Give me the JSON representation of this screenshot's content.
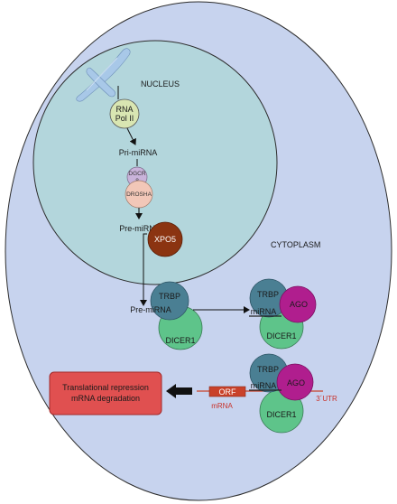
{
  "labels": {
    "nucleus": "NUCLEUS",
    "cytoplasm": "CYTOPLASM",
    "rna_pol_ii_line1": "RNA",
    "rna_pol_ii_line2": "Pol II",
    "pri_mirna": "Pri-miRNA",
    "dgcr8_line1": "DGCR",
    "dgcr8_line2": "8",
    "drosha": "DROSHA",
    "pre_mirna_nucleus": "Pre-miRNA",
    "xpo5": "XPO5",
    "pre_mirna_cytoplasm": "Pre-miRNA",
    "trbp_1": "TRBP",
    "dicer1_1": "DICER1",
    "trbp_2": "TRBP",
    "ago_2": "AGO",
    "mirna_2": "miRNA",
    "dicer1_2": "DICER1",
    "trbp_3": "TRBP",
    "ago_3": "AGO",
    "mirna_3": "miRNA",
    "dicer1_3": "DICER1",
    "orf": "ORF",
    "mrna": "mRNA",
    "utr": "3´UTR",
    "outcome_line1": "Translational repression",
    "outcome_line2": "mRNA degradation"
  },
  "colors": {
    "cell_fill": "#c7d3ee",
    "nucleus_fill": "#b3d6dc",
    "rna_pol": "#d9e6b2",
    "dgcr8": "#c9b3da",
    "drosha": "#f2c7b8",
    "xpo5": "#8b3411",
    "trbp": "#4a7f93",
    "dicer1": "#5ec48a",
    "ago": "#b01e8e",
    "orf": "#c9412a",
    "outcome": "#e05050"
  }
}
